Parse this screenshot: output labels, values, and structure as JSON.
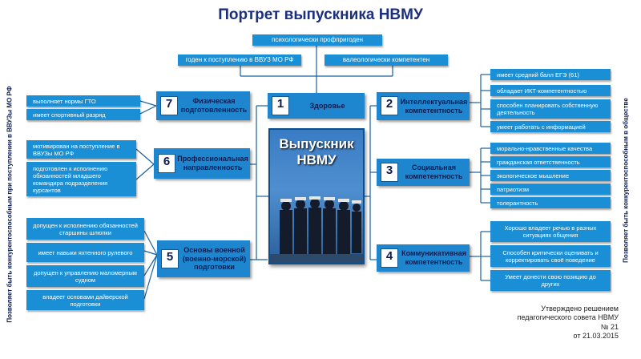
{
  "title": "Портрет выпускника НВМУ",
  "top": {
    "psych": "психологически профпригоден",
    "fit": "годен к поступлению в ВВУЗ МО РФ",
    "valeo": "валеологически компетентен"
  },
  "center": {
    "line1": "Выпускник",
    "line2": "НВМУ"
  },
  "blocks": [
    {
      "num": "1",
      "label": "Здоровье"
    },
    {
      "num": "2",
      "label": "Интеллектуальная компетентность"
    },
    {
      "num": "3",
      "label": "Социальная компетентность"
    },
    {
      "num": "4",
      "label": "Коммуникативная компетентность"
    },
    {
      "num": "5",
      "label": "Основы военной (военно-морской) подготовки"
    },
    {
      "num": "6",
      "label": "Профессиональная направленность"
    },
    {
      "num": "7",
      "label": "Физическая подготовленность"
    }
  ],
  "leaves": {
    "b7": [
      "выполняет нормы ГТО",
      "имеет спортивный разряд"
    ],
    "b6": [
      "мотивирован на поступление в ВВУЗы МО РФ",
      "подготовлен к исполнению обязанностей младшего командира подразделения курсантов"
    ],
    "b5": [
      "допущен к исполнению обязанностей старшины шлюпки",
      "имеет навыки яхтенного рулевого",
      "допущен к управлению маломерным судном",
      "владеет основами дайверской подготовки"
    ],
    "b2": [
      "имеет средний балл ЕГЭ (61)",
      "обладает ИКТ-компетентностью",
      "способен планировать собственную деятельность",
      "умеет работать с информацией"
    ],
    "b3": [
      "морально-нравственные качества",
      "гражданская ответственность",
      "экологическое мышление",
      "патриотизм",
      "толерантность"
    ],
    "b4": [
      "Хорошо владеет речью в разных ситуациях общения",
      "Способен критически оценивать и корректировать своё поведение",
      "Умеет донести свою позицию до других"
    ]
  },
  "side": {
    "left": "Позволяет быть конкурентоспособным при поступлении в ВВУЗы МО РФ",
    "right": "Позволяет быть конкурентоспособным в обществе"
  },
  "approved": {
    "line1": "Утверждено решением",
    "line2": "педагогического совета НВМУ",
    "line3": "№ 21",
    "line4": "от 21.03.2015"
  },
  "colors": {
    "box": "#1a8fd6",
    "main": "#1e86cf",
    "title": "#1b2f7a"
  }
}
